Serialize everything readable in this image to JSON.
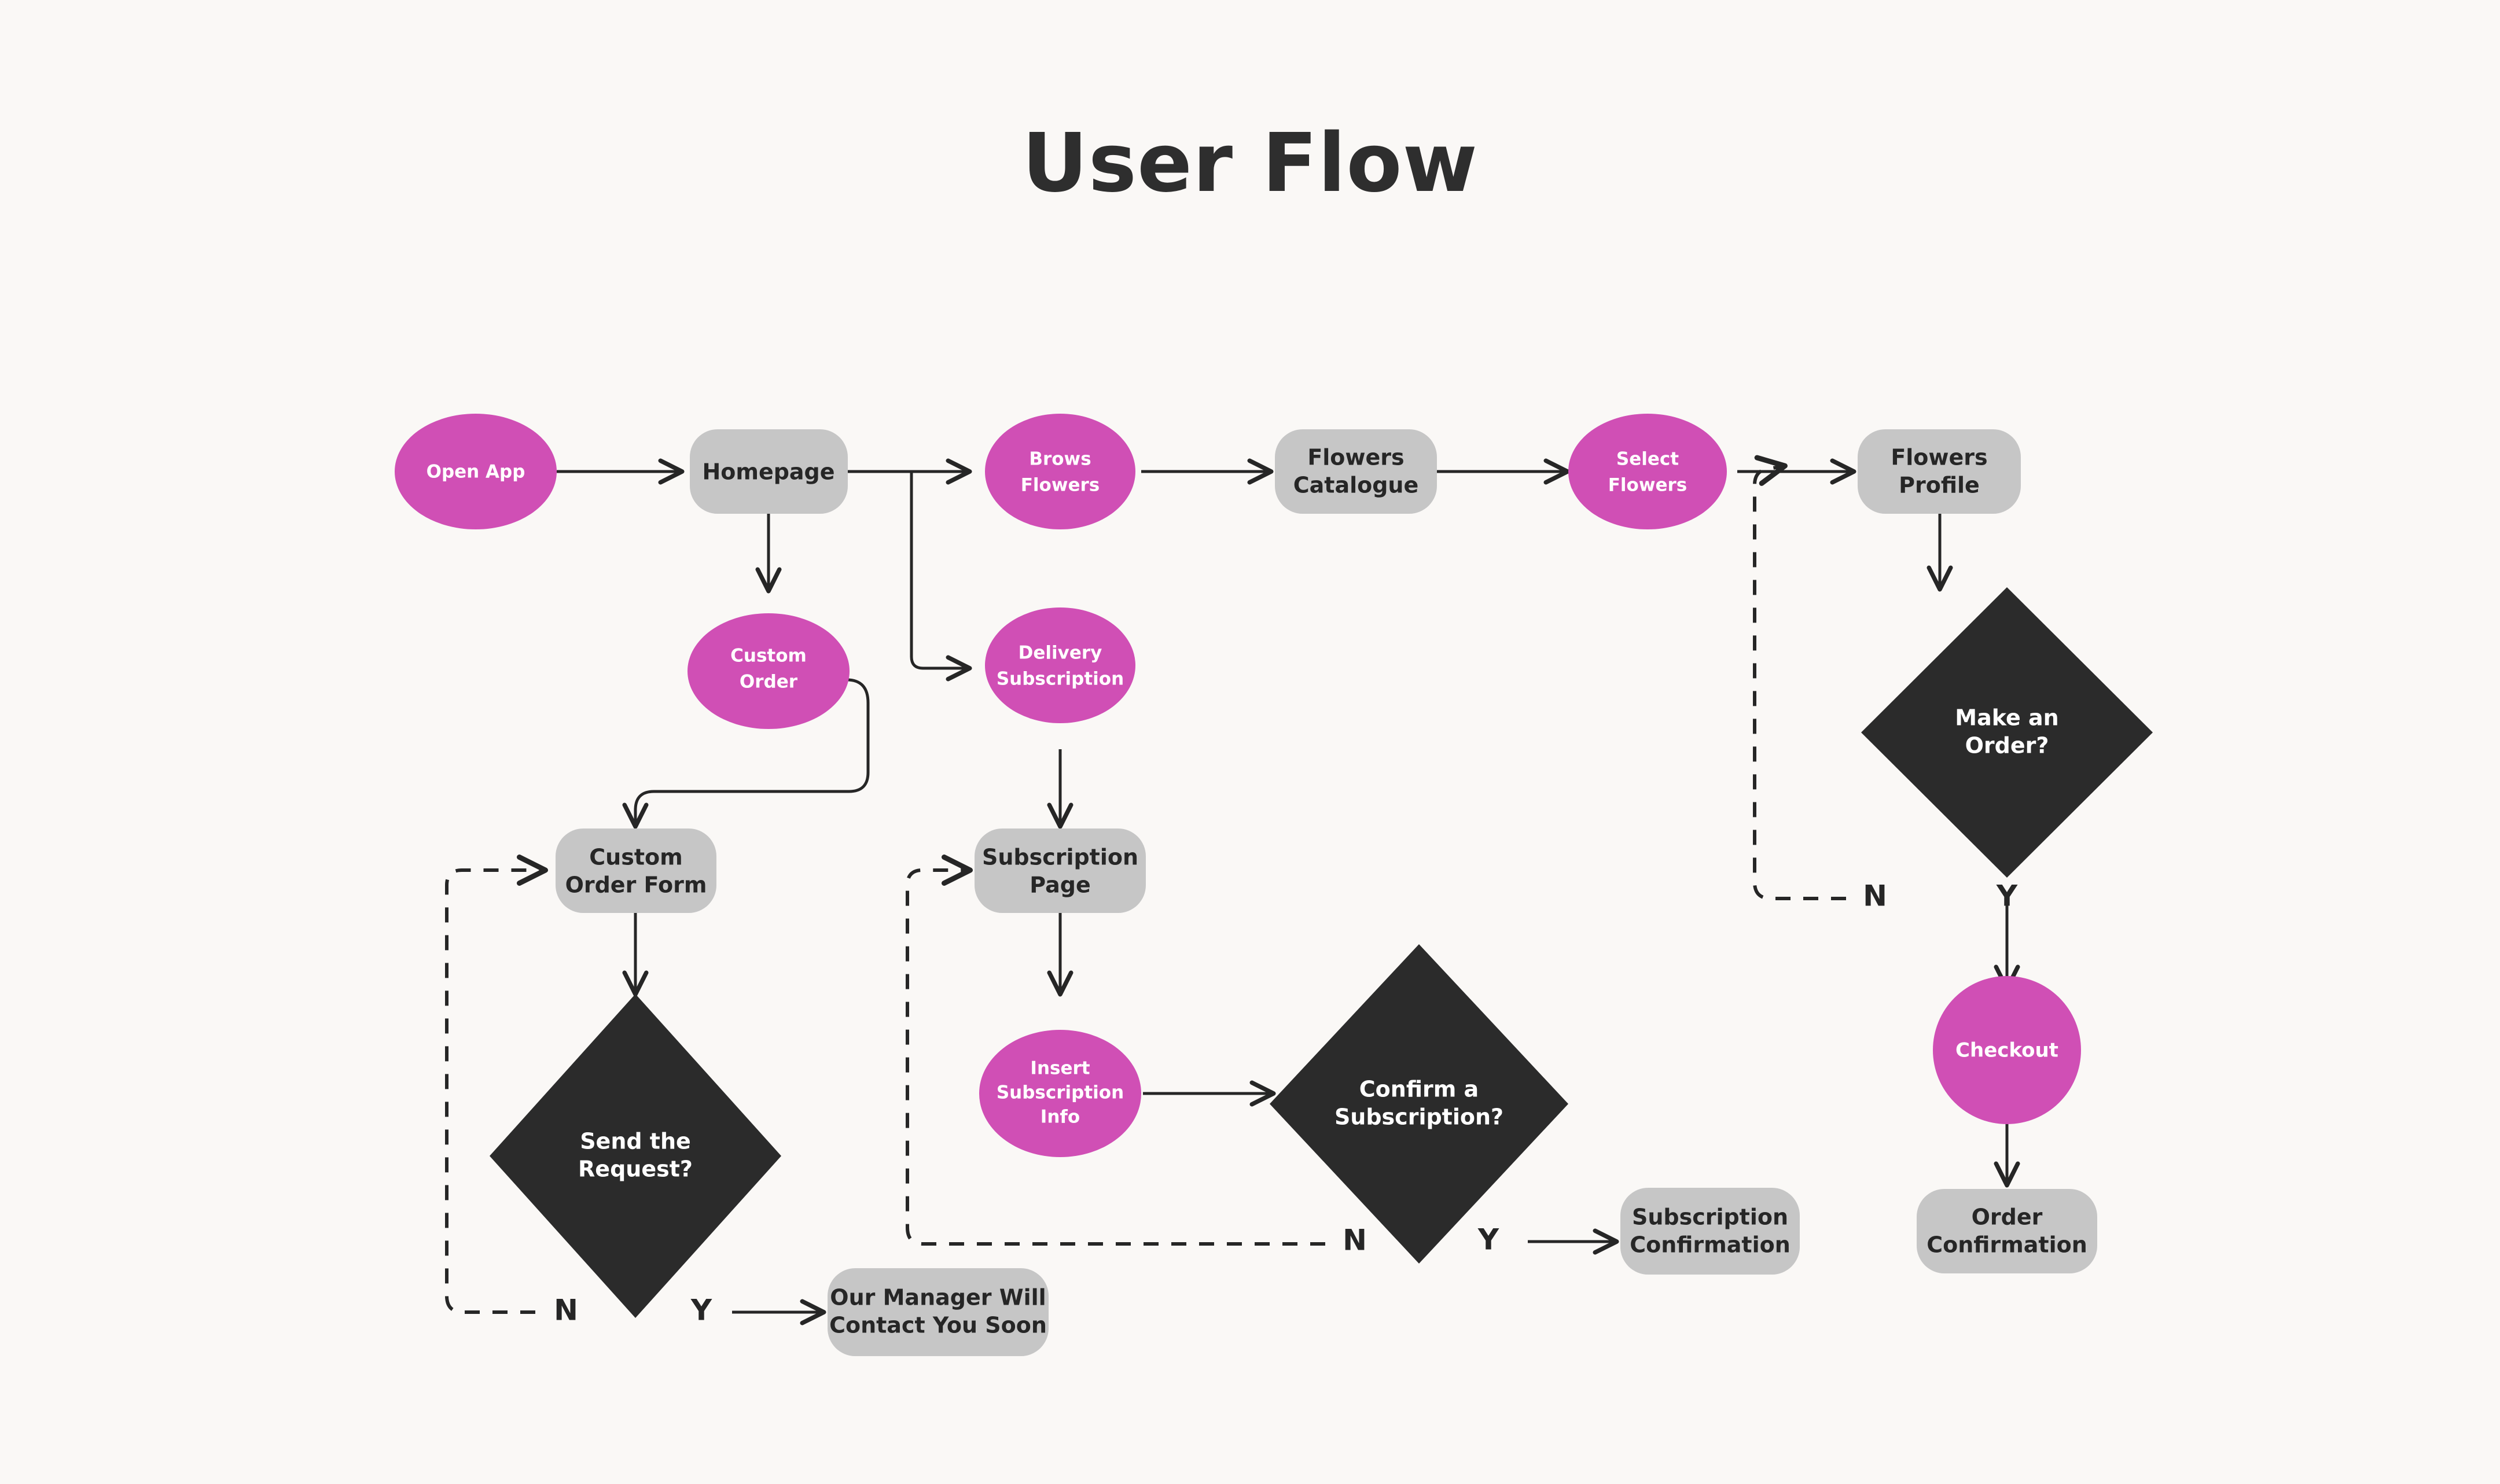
{
  "page": {
    "title": "User Flow",
    "background_color": "#faf8f6"
  },
  "colors": {
    "accent_pink": "#d04fb5",
    "node_gray": "#c6c6c6",
    "decision_dark": "#2b2b2b",
    "text_dark": "#262626",
    "text_light": "#ffffff",
    "edge": "#262626"
  },
  "nodes": {
    "open_app": {
      "label": "Open App",
      "shape": "ellipse",
      "style": "pink"
    },
    "homepage": {
      "label": "Homepage",
      "shape": "rounded-rect",
      "style": "gray"
    },
    "brows_flowers_line1": "Brows",
    "brows_flowers_line2": "Flowers",
    "flowers_catalogue_line1": "Flowers",
    "flowers_catalogue_line2": "Catalogue",
    "select_flowers_line1": "Select",
    "select_flowers_line2": "Flowers",
    "flowers_profile_line1": "Flowers",
    "flowers_profile_line2": "Profile",
    "custom_order_line1": "Custom",
    "custom_order_line2": "Order",
    "delivery_subscription_line1": "Delivery",
    "delivery_subscription_line2": "Subscription",
    "custom_order_form_line1": "Custom",
    "custom_order_form_line2": "Order Form",
    "subscription_page_line1": "Subscription",
    "subscription_page_line2": "Page",
    "insert_subscription_info_line1": "Insert",
    "insert_subscription_info_line2": "Subscription",
    "insert_subscription_info_line3": "Info",
    "make_an_order_line1": "Make an",
    "make_an_order_line2": "Order?",
    "send_the_request_line1": "Send the",
    "send_the_request_line2": "Request?",
    "confirm_a_subscription_line1": "Confirm a",
    "confirm_a_subscription_line2": "Subscription?",
    "checkout": "Checkout",
    "order_confirmation_line1": "Order",
    "order_confirmation_line2": "Confirmation",
    "subscription_confirmation_line1": "Subscription",
    "subscription_confirmation_line2": "Confirmation",
    "manager_contact_line1": "Our Manager Will",
    "manager_contact_line2": "Contact You Soon"
  },
  "branch_labels": {
    "make_an_order_no": "N",
    "make_an_order_yes": "Y",
    "send_the_request_no": "N",
    "send_the_request_yes": "Y",
    "confirm_a_subscription_no": "N",
    "confirm_a_subscription_yes": "Y"
  },
  "chart_data": {
    "type": "diagram",
    "diagram_type": "flowchart",
    "title": "User Flow",
    "node_list": [
      {
        "id": "open_app",
        "label": "Open App",
        "shape": "ellipse",
        "fill": "#d04fb5"
      },
      {
        "id": "homepage",
        "label": "Homepage",
        "shape": "rounded-rect",
        "fill": "#c6c6c6"
      },
      {
        "id": "brows_flowers",
        "label": "Brows Flowers",
        "shape": "ellipse",
        "fill": "#d04fb5"
      },
      {
        "id": "flowers_catalogue",
        "label": "Flowers Catalogue",
        "shape": "rounded-rect",
        "fill": "#c6c6c6"
      },
      {
        "id": "select_flowers",
        "label": "Select Flowers",
        "shape": "ellipse",
        "fill": "#d04fb5"
      },
      {
        "id": "flowers_profile",
        "label": "Flowers Profile",
        "shape": "rounded-rect",
        "fill": "#c6c6c6"
      },
      {
        "id": "custom_order",
        "label": "Custom Order",
        "shape": "ellipse",
        "fill": "#d04fb5"
      },
      {
        "id": "delivery_subscription",
        "label": "Delivery Subscription",
        "shape": "ellipse",
        "fill": "#d04fb5"
      },
      {
        "id": "custom_order_form",
        "label": "Custom Order Form",
        "shape": "rounded-rect",
        "fill": "#c6c6c6"
      },
      {
        "id": "subscription_page",
        "label": "Subscription Page",
        "shape": "rounded-rect",
        "fill": "#c6c6c6"
      },
      {
        "id": "insert_subscription_info",
        "label": "Insert Subscription Info",
        "shape": "ellipse",
        "fill": "#d04fb5"
      },
      {
        "id": "make_an_order",
        "label": "Make an Order?",
        "shape": "diamond",
        "fill": "#2b2b2b"
      },
      {
        "id": "send_the_request",
        "label": "Send the Request?",
        "shape": "diamond",
        "fill": "#2b2b2b"
      },
      {
        "id": "confirm_a_subscription",
        "label": "Confirm a Subscription?",
        "shape": "diamond",
        "fill": "#2b2b2b"
      },
      {
        "id": "checkout",
        "label": "Checkout",
        "shape": "circle",
        "fill": "#d04fb5"
      },
      {
        "id": "order_confirmation",
        "label": "Order Confirmation",
        "shape": "rounded-rect",
        "fill": "#c6c6c6"
      },
      {
        "id": "subscription_confirmation",
        "label": "Subscription Confirmation",
        "shape": "rounded-rect",
        "fill": "#c6c6c6"
      },
      {
        "id": "manager_contact",
        "label": "Our Manager Will Contact You Soon",
        "shape": "rounded-rect",
        "fill": "#c6c6c6"
      }
    ],
    "edges": [
      {
        "from": "open_app",
        "to": "homepage",
        "style": "solid",
        "label": ""
      },
      {
        "from": "homepage",
        "to": "brows_flowers",
        "style": "solid",
        "label": ""
      },
      {
        "from": "homepage",
        "to": "delivery_subscription",
        "style": "solid",
        "label": ""
      },
      {
        "from": "homepage",
        "to": "custom_order",
        "style": "solid",
        "label": ""
      },
      {
        "from": "brows_flowers",
        "to": "flowers_catalogue",
        "style": "solid",
        "label": ""
      },
      {
        "from": "flowers_catalogue",
        "to": "select_flowers",
        "style": "solid",
        "label": ""
      },
      {
        "from": "select_flowers",
        "to": "flowers_profile",
        "style": "solid",
        "label": ""
      },
      {
        "from": "flowers_profile",
        "to": "make_an_order",
        "style": "solid",
        "label": ""
      },
      {
        "from": "make_an_order",
        "to": "select_flowers",
        "style": "dashed",
        "label": "N"
      },
      {
        "from": "make_an_order",
        "to": "checkout",
        "style": "solid",
        "label": "Y"
      },
      {
        "from": "checkout",
        "to": "order_confirmation",
        "style": "solid",
        "label": ""
      },
      {
        "from": "custom_order",
        "to": "custom_order_form",
        "style": "solid",
        "label": ""
      },
      {
        "from": "custom_order_form",
        "to": "send_the_request",
        "style": "solid",
        "label": ""
      },
      {
        "from": "send_the_request",
        "to": "custom_order_form",
        "style": "dashed",
        "label": "N"
      },
      {
        "from": "send_the_request",
        "to": "manager_contact",
        "style": "solid",
        "label": "Y"
      },
      {
        "from": "delivery_subscription",
        "to": "subscription_page",
        "style": "solid",
        "label": ""
      },
      {
        "from": "subscription_page",
        "to": "insert_subscription_info",
        "style": "solid",
        "label": ""
      },
      {
        "from": "insert_subscription_info",
        "to": "confirm_a_subscription",
        "style": "solid",
        "label": ""
      },
      {
        "from": "confirm_a_subscription",
        "to": "subscription_page",
        "style": "dashed",
        "label": "N"
      },
      {
        "from": "confirm_a_subscription",
        "to": "subscription_confirmation",
        "style": "solid",
        "label": "Y"
      }
    ]
  }
}
